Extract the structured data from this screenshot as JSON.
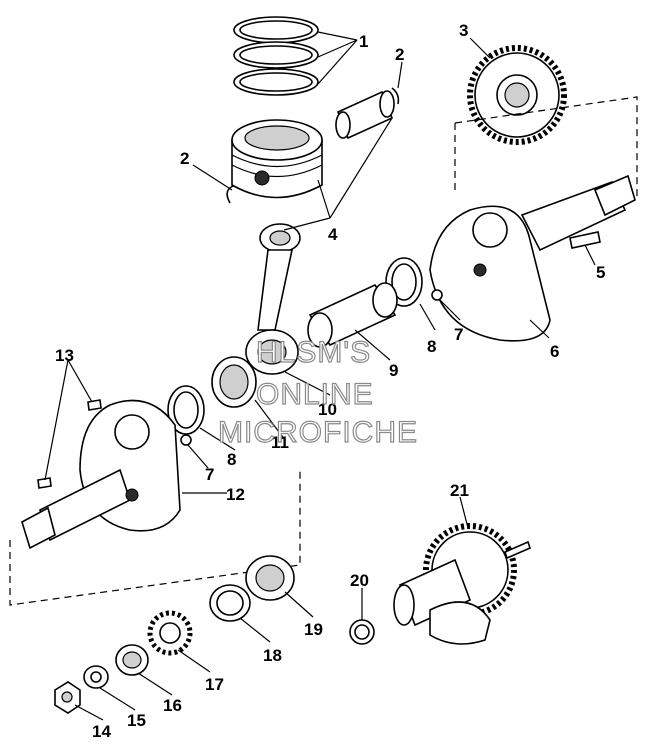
{
  "diagram": {
    "watermark": {
      "line1": "HLSM'S",
      "line2": "ONLINE",
      "line3": "MICROFICHE"
    },
    "callouts": [
      "1",
      "2",
      "2",
      "3",
      "4",
      "5",
      "6",
      "7",
      "7",
      "8",
      "8",
      "9",
      "10",
      "11",
      "12",
      "13",
      "14",
      "15",
      "16",
      "17",
      "18",
      "19",
      "20",
      "21"
    ]
  }
}
